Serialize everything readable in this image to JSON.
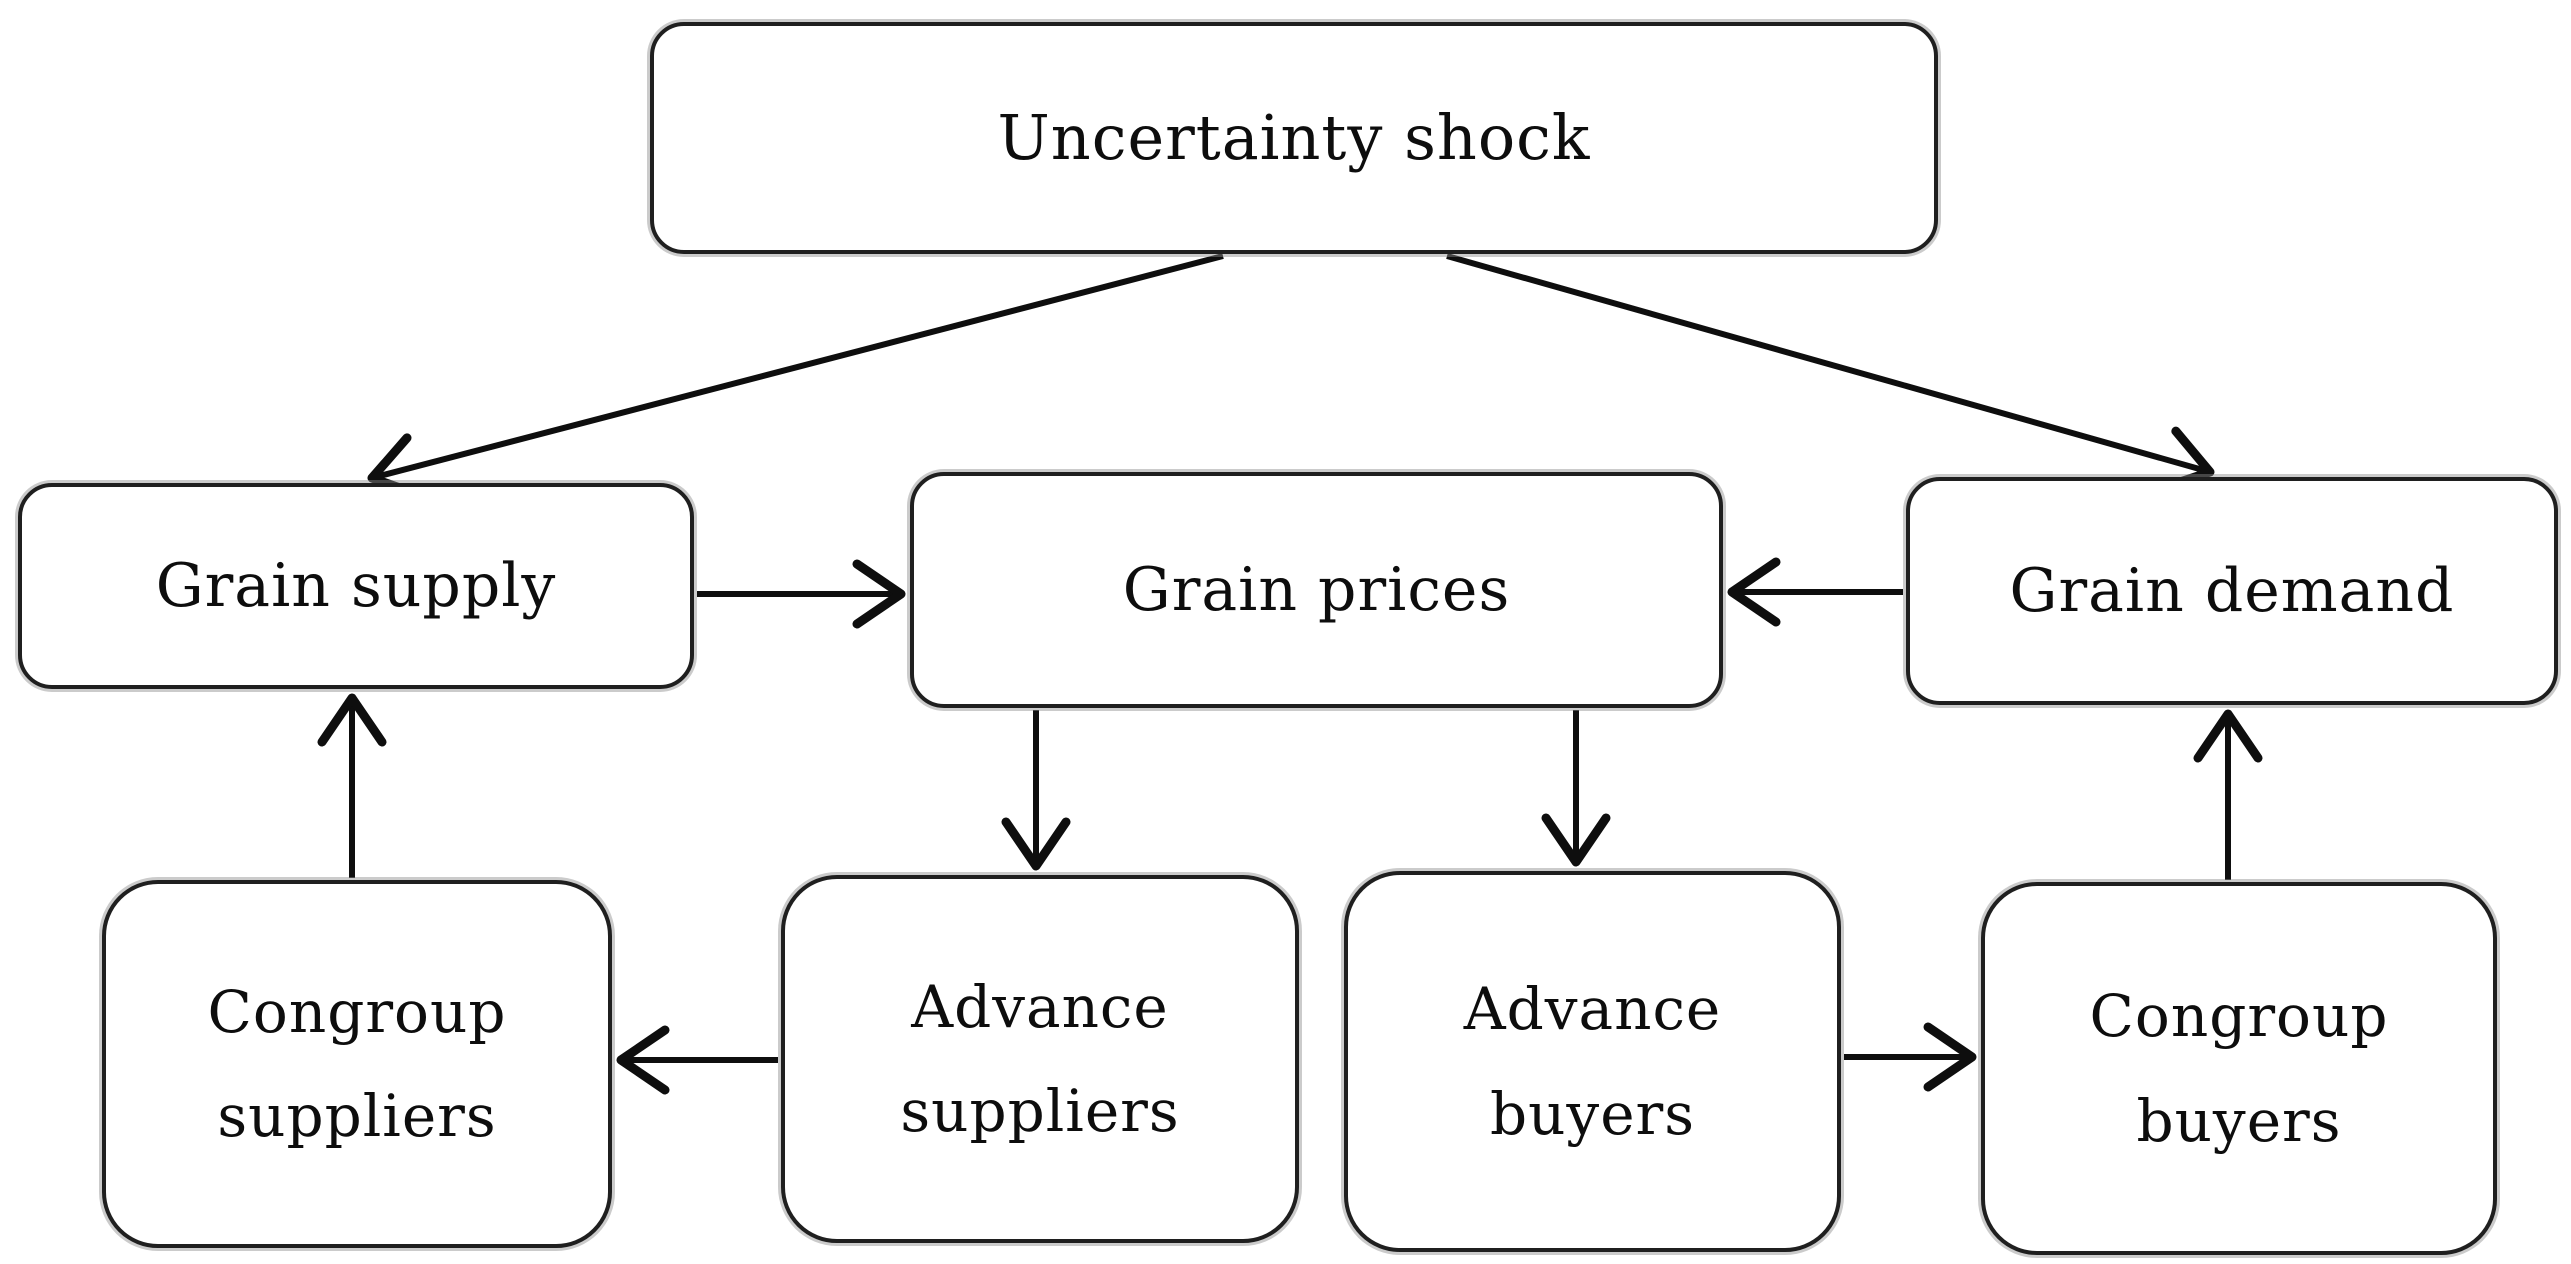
{
  "diagram": {
    "nodes": [
      {
        "id": "uncertainty-shock",
        "label": "Uncertainty shock"
      },
      {
        "id": "grain-supply",
        "label": "Grain supply"
      },
      {
        "id": "grain-prices",
        "label": "Grain prices"
      },
      {
        "id": "grain-demand",
        "label": "Grain demand"
      },
      {
        "id": "congroup-suppliers",
        "label": "Congroup\nsuppliers"
      },
      {
        "id": "advance-suppliers",
        "label": "Advance\nsuppliers"
      },
      {
        "id": "advance-buyers",
        "label": "Advance\nbuyers"
      },
      {
        "id": "congroup-buyers",
        "label": "Congroup\nbuyers"
      }
    ],
    "edges": [
      {
        "from": "uncertainty-shock",
        "to": "grain-supply"
      },
      {
        "from": "uncertainty-shock",
        "to": "grain-demand"
      },
      {
        "from": "grain-supply",
        "to": "grain-prices"
      },
      {
        "from": "grain-demand",
        "to": "grain-prices"
      },
      {
        "from": "grain-prices",
        "to": "advance-suppliers"
      },
      {
        "from": "grain-prices",
        "to": "advance-buyers"
      },
      {
        "from": "advance-suppliers",
        "to": "congroup-suppliers"
      },
      {
        "from": "advance-buyers",
        "to": "congroup-buyers"
      },
      {
        "from": "congroup-suppliers",
        "to": "grain-supply"
      },
      {
        "from": "congroup-buyers",
        "to": "grain-demand"
      }
    ],
    "colors": {
      "background": "#ffffff",
      "line": "#0e0e0e",
      "box_border": "#1f1f1f",
      "text": "#0d0d0d"
    }
  }
}
